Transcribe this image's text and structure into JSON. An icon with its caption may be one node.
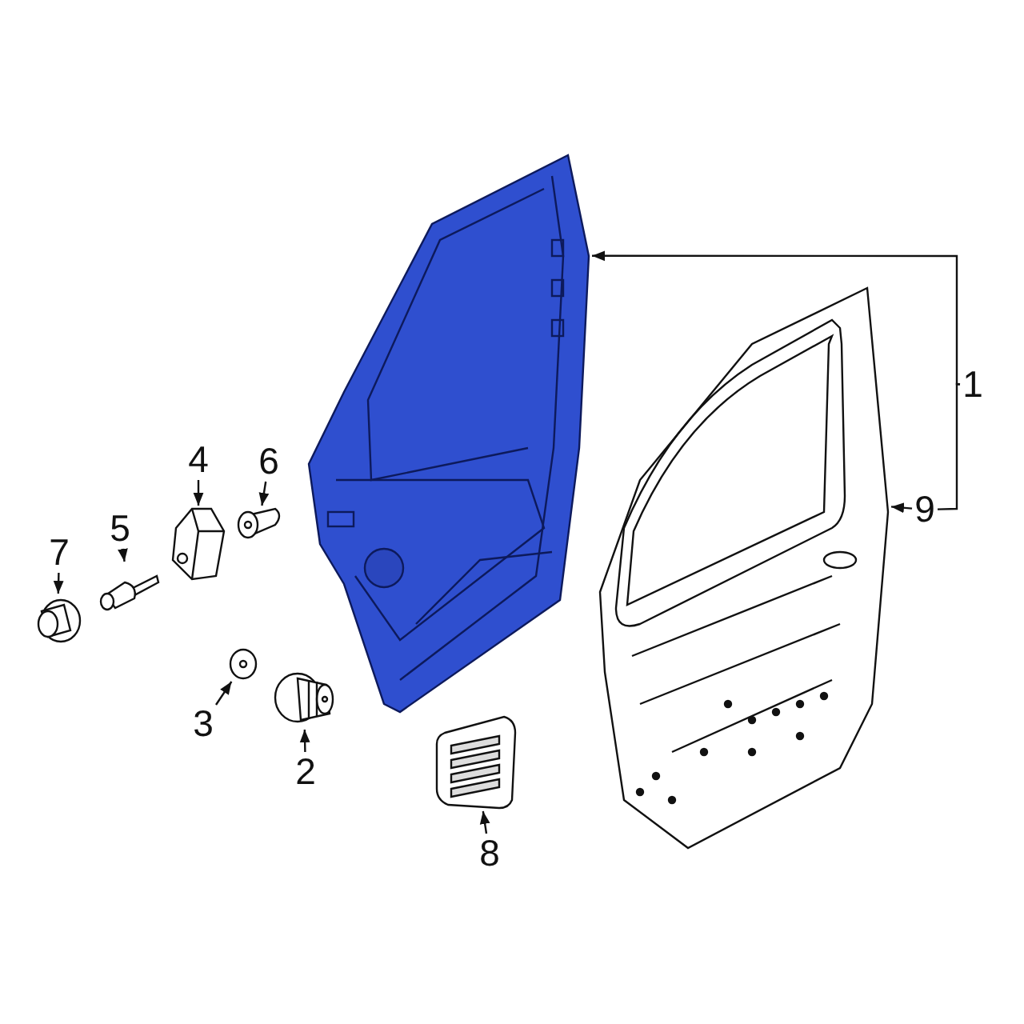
{
  "diagram": {
    "nodes": [
      {
        "text": [
          "1"
        ]
      },
      {
        "text": [],
        "shape": "picture"
      },
      {
        "text": [
          "9"
        ]
      },
      {
        "text": [],
        "shape": "picture"
      },
      {
        "text": [
          "4"
        ]
      },
      {
        "text": [],
        "shape": "picture"
      },
      {
        "text": [
          "6"
        ]
      },
      {
        "text": [],
        "shape": "picture"
      },
      {
        "text": [
          "5"
        ]
      },
      {
        "text": [],
        "shape": "picture"
      },
      {
        "text": [
          "7"
        ]
      },
      {
        "text": [],
        "shape": "picture"
      },
      {
        "text": [
          "3"
        ]
      },
      {
        "text": [],
        "shape": "picture"
      },
      {
        "text": [
          "2"
        ]
      },
      {
        "text": [],
        "shape": "picture"
      },
      {
        "text": [
          "8"
        ]
      },
      {
        "text": [],
        "shape": "picture"
      }
    ],
    "edges": [
      {
        "from": 0,
        "to": 1,
        "arrow": "to"
      },
      {
        "from": 0,
        "to": 2,
        "arrow": "none"
      },
      {
        "from": 2,
        "to": 3,
        "arrow": "to"
      },
      {
        "from": 4,
        "to": 5,
        "arrow": "to"
      },
      {
        "from": 6,
        "to": 7,
        "arrow": "to"
      },
      {
        "from": 8,
        "to": 9,
        "arrow": "to"
      },
      {
        "from": 10,
        "to": 11,
        "arrow": "to"
      },
      {
        "from": 12,
        "to": 13,
        "arrow": "to"
      },
      {
        "from": 14,
        "to": 15,
        "arrow": "to"
      },
      {
        "from": 16,
        "to": 17,
        "arrow": "to"
      }
    ]
  }
}
